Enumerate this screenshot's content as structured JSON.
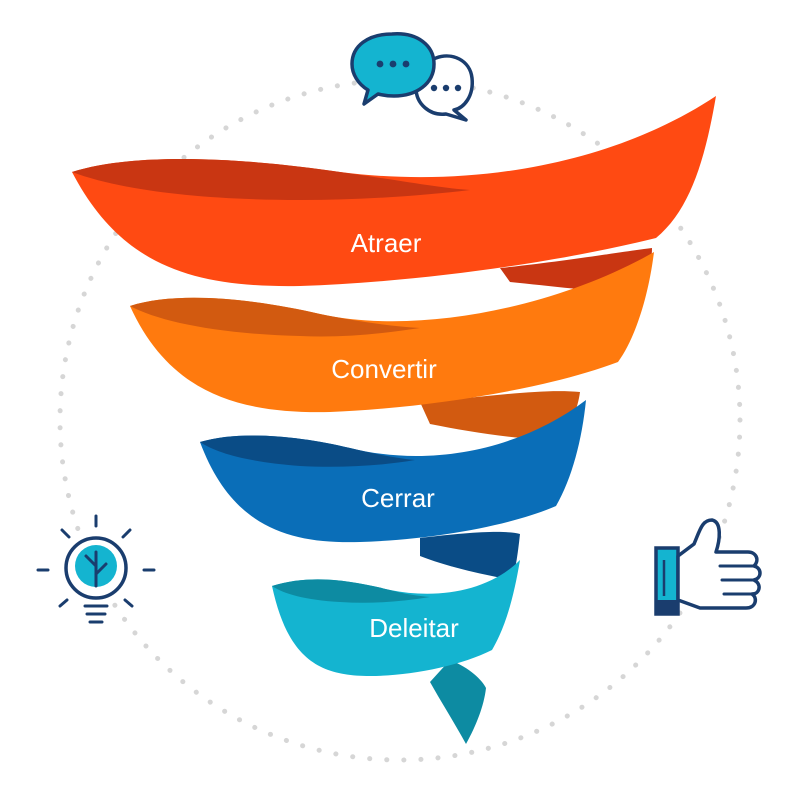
{
  "diagram": {
    "stages": [
      {
        "label": "Atraer",
        "color": "#ff4a12",
        "shade": "#c93612"
      },
      {
        "label": "Convertir",
        "color": "#ff7a0e",
        "shade": "#d25a10"
      },
      {
        "label": "Cerrar",
        "color": "#0a6eb8",
        "shade": "#0a4c86"
      },
      {
        "label": "Deleitar",
        "color": "#14b4d0",
        "shade": "#0d8ba2"
      }
    ],
    "icons": [
      "chat-bubbles-icon",
      "lightbulb-icon",
      "thumbs-up-icon"
    ],
    "colors": {
      "icon_navy": "#1a3d6e",
      "icon_teal": "#14b4d0",
      "dots": "#d6d6d6"
    }
  }
}
